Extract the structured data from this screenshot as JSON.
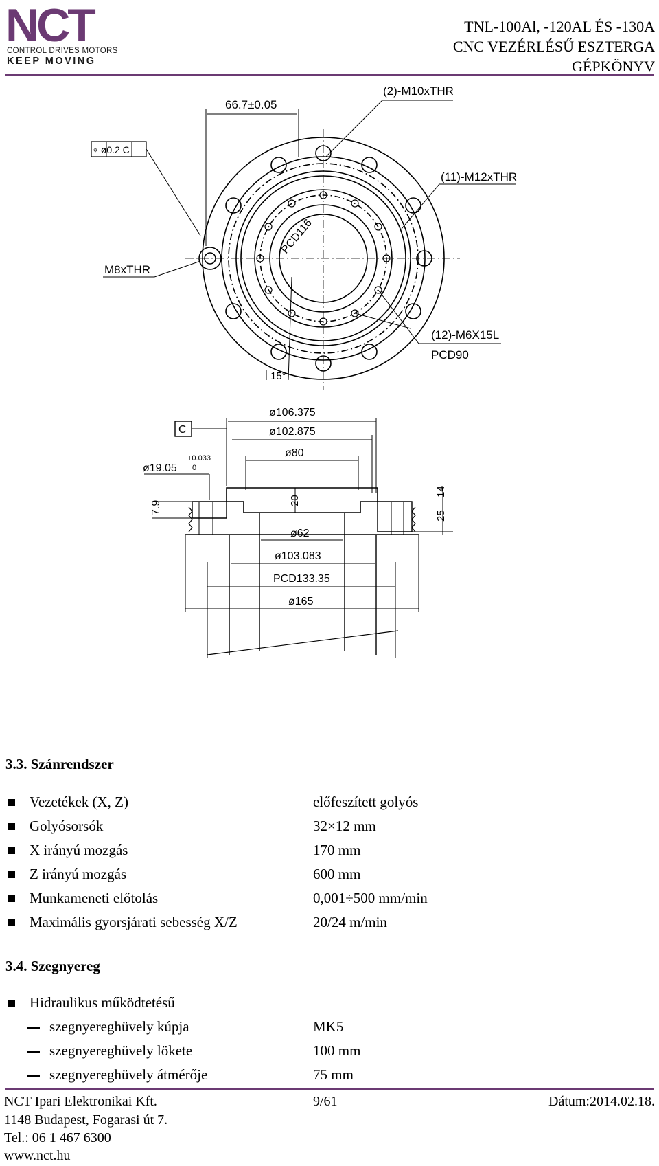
{
  "header": {
    "logo_text": "NCT",
    "logo_sub": "CONTROL DRIVES MOTORS",
    "logo_slogan": "KEEP MOVING",
    "title_line1": "TNL-100Al, -120AL ÉS -130A",
    "title_line2": "CNC VEZÉRLÉSŰ ESZTERGA",
    "title_line3": "GÉPKÖNYV"
  },
  "drawing": {
    "top_view": {
      "dim_66": "66.7±0.05",
      "m10": "(2)-M10xTHR",
      "tol_frame": "⌖ ø0.2  C",
      "m12": "(11)-M12xTHR",
      "m8": "M8xTHR",
      "pcd116": "PCD116",
      "m6": "(12)-M6X15L",
      "pcd90": "PCD90",
      "angle": "15°"
    },
    "section_view": {
      "datum": "C",
      "d106": "ø106.375",
      "d102": "ø102.875",
      "d80": "ø80",
      "d19": "ø19.05",
      "tol": "+0.033",
      "tol0": "0",
      "h79": "7.9",
      "h20": "20",
      "h14": "14",
      "h25": "25",
      "d62": "ø62",
      "d103": "ø103.083",
      "pcd133": "PCD133.35",
      "d165": "ø165"
    }
  },
  "section33": {
    "title": "3.3. Szánrendszer",
    "items": [
      {
        "label": "Vezetékek (X, Z)",
        "value": "előfeszített golyós"
      },
      {
        "label": "Golyósorsók",
        "value": "32×12 mm"
      },
      {
        "label": "X irányú mozgás",
        "value": "170 mm"
      },
      {
        "label": "Z irányú mozgás",
        "value": "600 mm"
      },
      {
        "label": "Munkameneti előtolás",
        "value": "0,001÷500 mm/min"
      },
      {
        "label": "Maximális gyorsjárati sebesség X/Z",
        "value": "20/24 m/min"
      }
    ]
  },
  "section34": {
    "title": "3.4. Szegnyereg",
    "bullet": "Hidraulikus működtetésű",
    "items": [
      {
        "label": "szegnyereghüvely kúpja",
        "value": "MK5"
      },
      {
        "label": "szegnyereghüvely lökete",
        "value": "100 mm"
      },
      {
        "label": "szegnyereghüvely átmérője",
        "value": "75 mm"
      }
    ]
  },
  "footer": {
    "company": "NCT Ipari Elektronikai Kft.",
    "page": "9/61",
    "date": "Dátum:2014.02.18.",
    "address": "1148 Budapest, Fogarasi út 7.",
    "phone": "Tel.: 06 1 467 6300",
    "web": "www.nct.hu"
  },
  "colors": {
    "brand": "#6b3a73"
  }
}
